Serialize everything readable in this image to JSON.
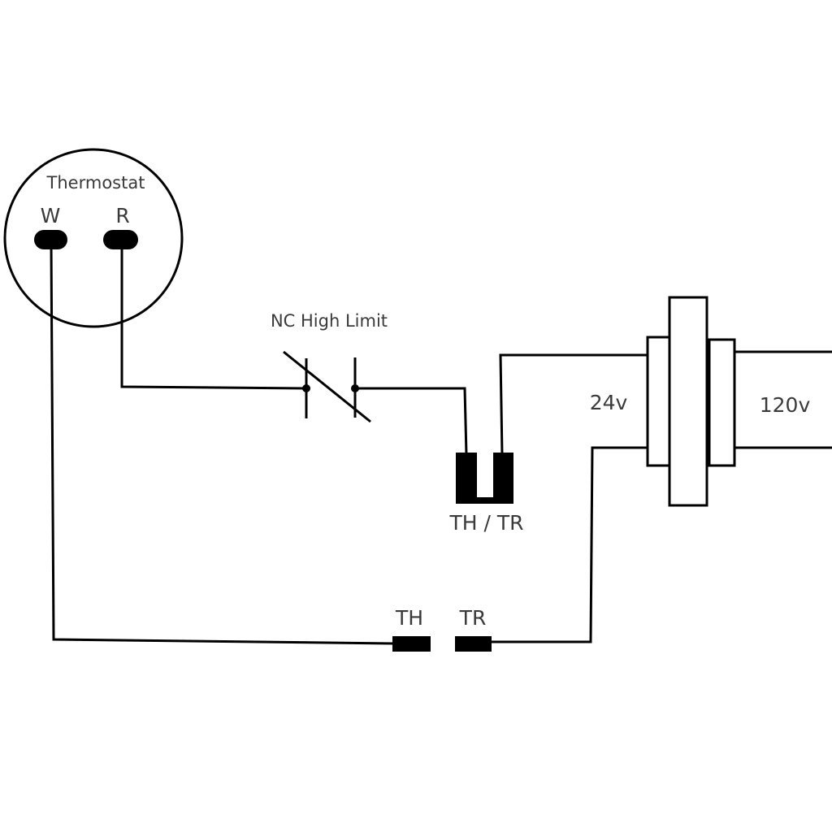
{
  "thermostat": {
    "title": "Thermostat",
    "terminal_w": "W",
    "terminal_r": "R"
  },
  "high_limit": {
    "label": "NC High Limit"
  },
  "upper_terminals": {
    "label": "TH / TR"
  },
  "lower_terminals": {
    "th_label": "TH",
    "tr_label": "TR"
  },
  "transformer": {
    "secondary_label": "24v",
    "primary_label": "120v"
  },
  "colors": {
    "line": "#000000",
    "text": "#3a3a3a",
    "background": "#ffffff"
  }
}
